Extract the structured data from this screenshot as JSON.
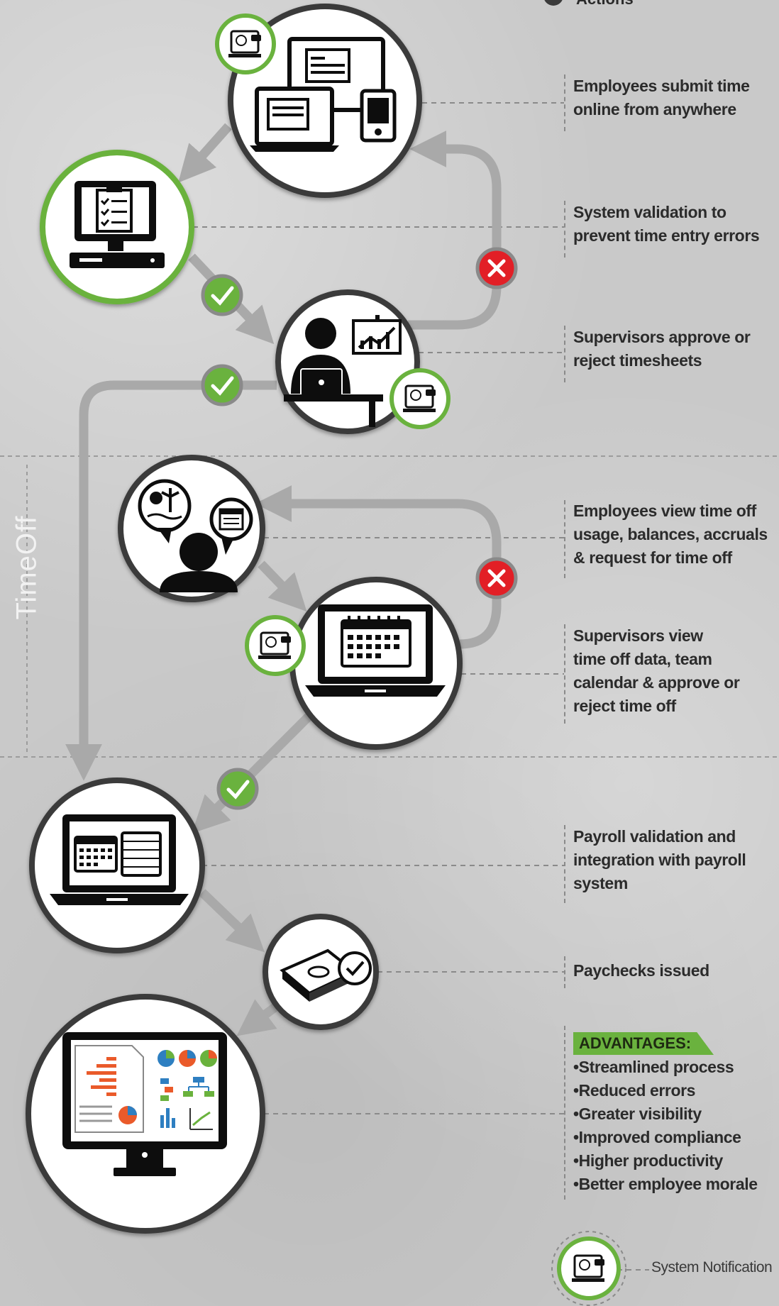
{
  "top_fragment": "Actions",
  "steps": [
    {
      "id": "submit",
      "text": "Employees submit time\nonline from anywhere"
    },
    {
      "id": "validation",
      "text": "System validation to\nprevent time entry errors"
    },
    {
      "id": "approve",
      "text": "Supervisors approve or\nreject timesheets"
    },
    {
      "id": "timeoff_view",
      "text": "Employees view time off\nusage, balances, accruals\n& request for time off"
    },
    {
      "id": "timeoff_approve",
      "text": "Supervisors view\ntime off data, team\ncalendar & approve or\nreject time off"
    },
    {
      "id": "payroll",
      "text": "Payroll validation and\nintegration with payroll\nsystem"
    },
    {
      "id": "paychecks",
      "text": "Paychecks issued"
    }
  ],
  "section_label": "TimeOff",
  "advantages": {
    "title": "ADVANTAGES:",
    "items": [
      "Streamlined process",
      "Reduced errors",
      "Greater visibility",
      "Improved compliance",
      "Higher productivity",
      "Better employee morale"
    ]
  },
  "legend": {
    "system_notification": "System Notification"
  },
  "colors": {
    "accent_green": "#6ab23e",
    "reject_red": "#e21f26",
    "circle_dark": "#3a3a3a",
    "arrow_gray": "#a9a9a9"
  },
  "icons": {
    "approve": "check-icon",
    "reject": "x-icon"
  }
}
